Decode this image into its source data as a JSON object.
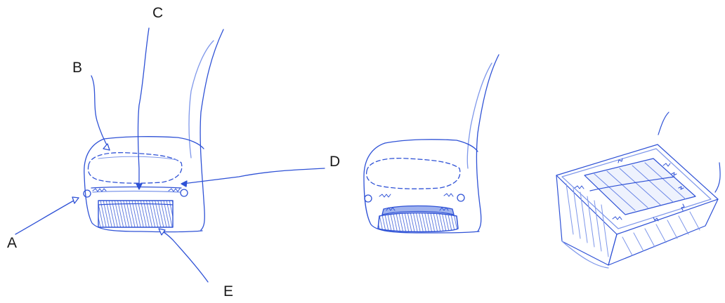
{
  "labels": {
    "a": "A",
    "b": "B",
    "c": "C",
    "d": "D",
    "e": "E"
  },
  "colors": {
    "ink": "#2f52d6",
    "ink_light": "#7e97ea",
    "ink_fill": "#3d5fd9",
    "label_text": "#1a1a1a",
    "background": "#ffffff"
  }
}
